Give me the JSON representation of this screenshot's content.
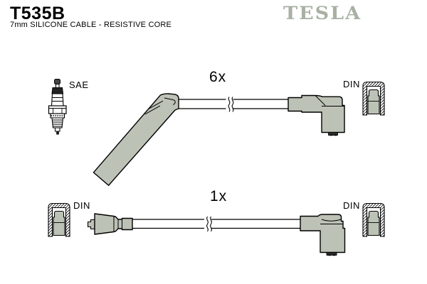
{
  "header": {
    "part_number": "T535B",
    "subtitle": "7mm SILICONE CABLE - RESISTIVE CORE",
    "brand": "TESLA",
    "brand_color": "#a8b1a3"
  },
  "colors": {
    "background": "#ffffff",
    "boot_fill": "#bdc2b6",
    "outline": "#000000",
    "terminal_dark": "#2b2b2b"
  },
  "rows": [
    {
      "quantity": "6x",
      "left_label": "SAE",
      "right_label": "DIN"
    },
    {
      "quantity": "1x",
      "left_label": "DIN",
      "right_label": "DIN"
    }
  ],
  "icons": {
    "spark_plug": "spark-plug-icon",
    "angled_boot": "angled-boot-icon",
    "straight_boot": "straight-boot-icon",
    "elbow_boot": "elbow-boot-icon",
    "din_connector": "din-connector-icon",
    "cable_break": "cable-break-icon"
  }
}
